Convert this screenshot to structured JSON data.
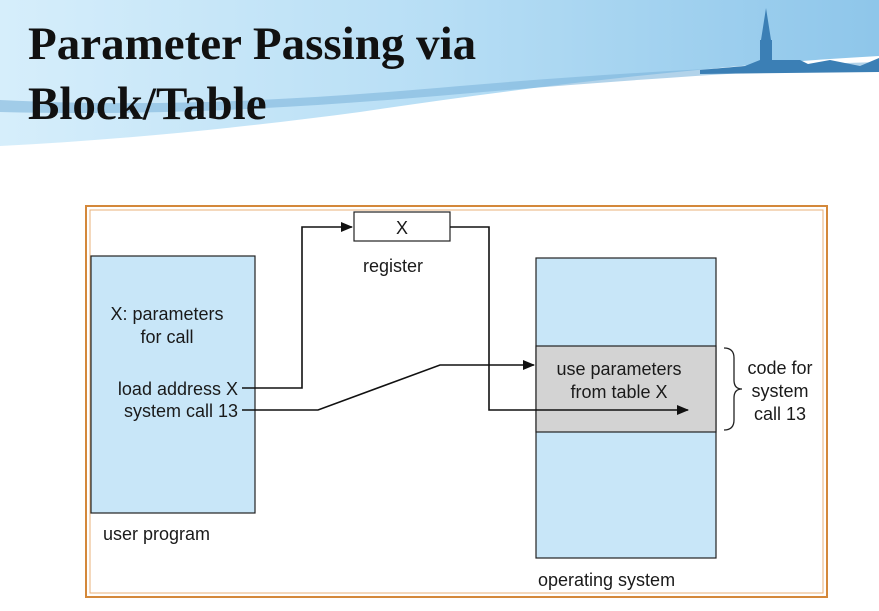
{
  "slide": {
    "title_line1": "Parameter Passing via",
    "title_line2": "Block/Table"
  },
  "diagram": {
    "register_value": "X",
    "register_label": "register",
    "user_program": {
      "param_line1": "X: parameters",
      "param_line2": "for call",
      "load_line": "load address X",
      "syscall_line": "system call 13",
      "caption": "user program"
    },
    "os": {
      "table_line1": "use parameters",
      "table_line2": "from table X",
      "caption": "operating system"
    },
    "brace_label": {
      "line1": "code for",
      "line2": "system",
      "line3": "call 13"
    }
  },
  "colors": {
    "box_fill": "#c8e6f8",
    "highlight_fill": "#d3d3d3",
    "frame_border": "#d4883a",
    "header_blue": "#9fd0ee"
  }
}
